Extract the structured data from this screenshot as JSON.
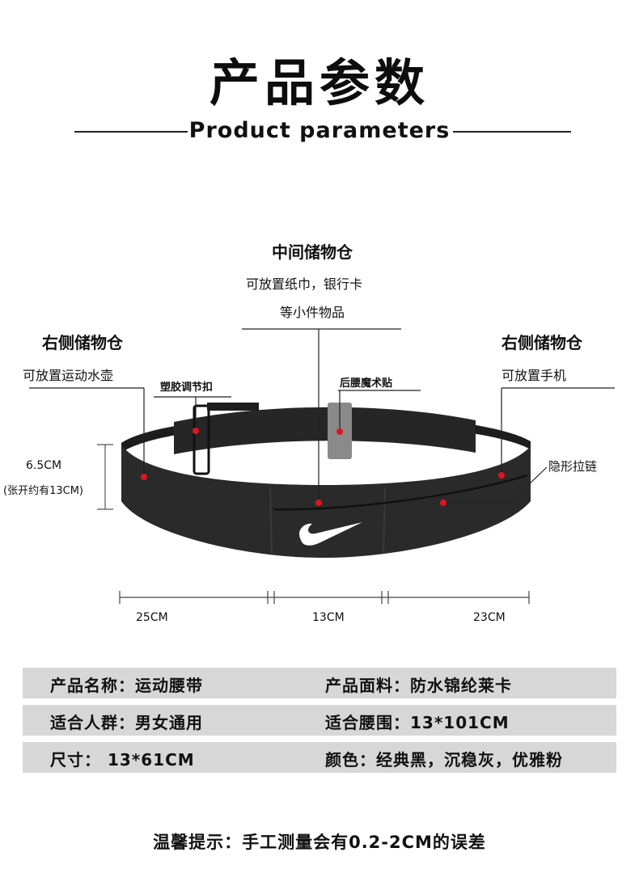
{
  "header": {
    "title": "产品参数",
    "subtitle": "Product parameters"
  },
  "callouts": {
    "middle_pocket": {
      "title": "中间储物仓",
      "desc_line1": "可放置纸巾，银行卡",
      "desc_line2": "等小件物品"
    },
    "right_pocket_left": {
      "title": "右侧储物仓",
      "desc": "可放置运动水壶"
    },
    "right_pocket_right": {
      "title": "右侧储物仓",
      "desc": "可放置手机"
    },
    "plastic_buckle": "塑胶调节扣",
    "velcro": "后腰魔术贴",
    "hidden_zipper": "隐形拉链",
    "height_dim": "6.5CM",
    "stretch_note": "(张开约有13CM)"
  },
  "dimensions": {
    "left": "25CM",
    "middle": "13CM",
    "right": "23CM"
  },
  "specs": [
    {
      "left": "产品名称：运动腰带",
      "right": "产品面料：防水锦纶莱卡"
    },
    {
      "left": "适合人群：男女通用",
      "right": "适合腰围：13*101CM"
    },
    {
      "left": "尺寸： 13*61CM",
      "right": "颜色：经典黑，沉稳灰，优雅粉"
    }
  ],
  "note": "温馨提示：手工测量会有0.2-2CM的误差",
  "colors": {
    "belt": "#2a2a2a",
    "marker": "#e0141e",
    "bar": "#d7d7d7",
    "velcro": "#8a8a8a"
  },
  "icons": {
    "brand": "swoosh-logo"
  }
}
